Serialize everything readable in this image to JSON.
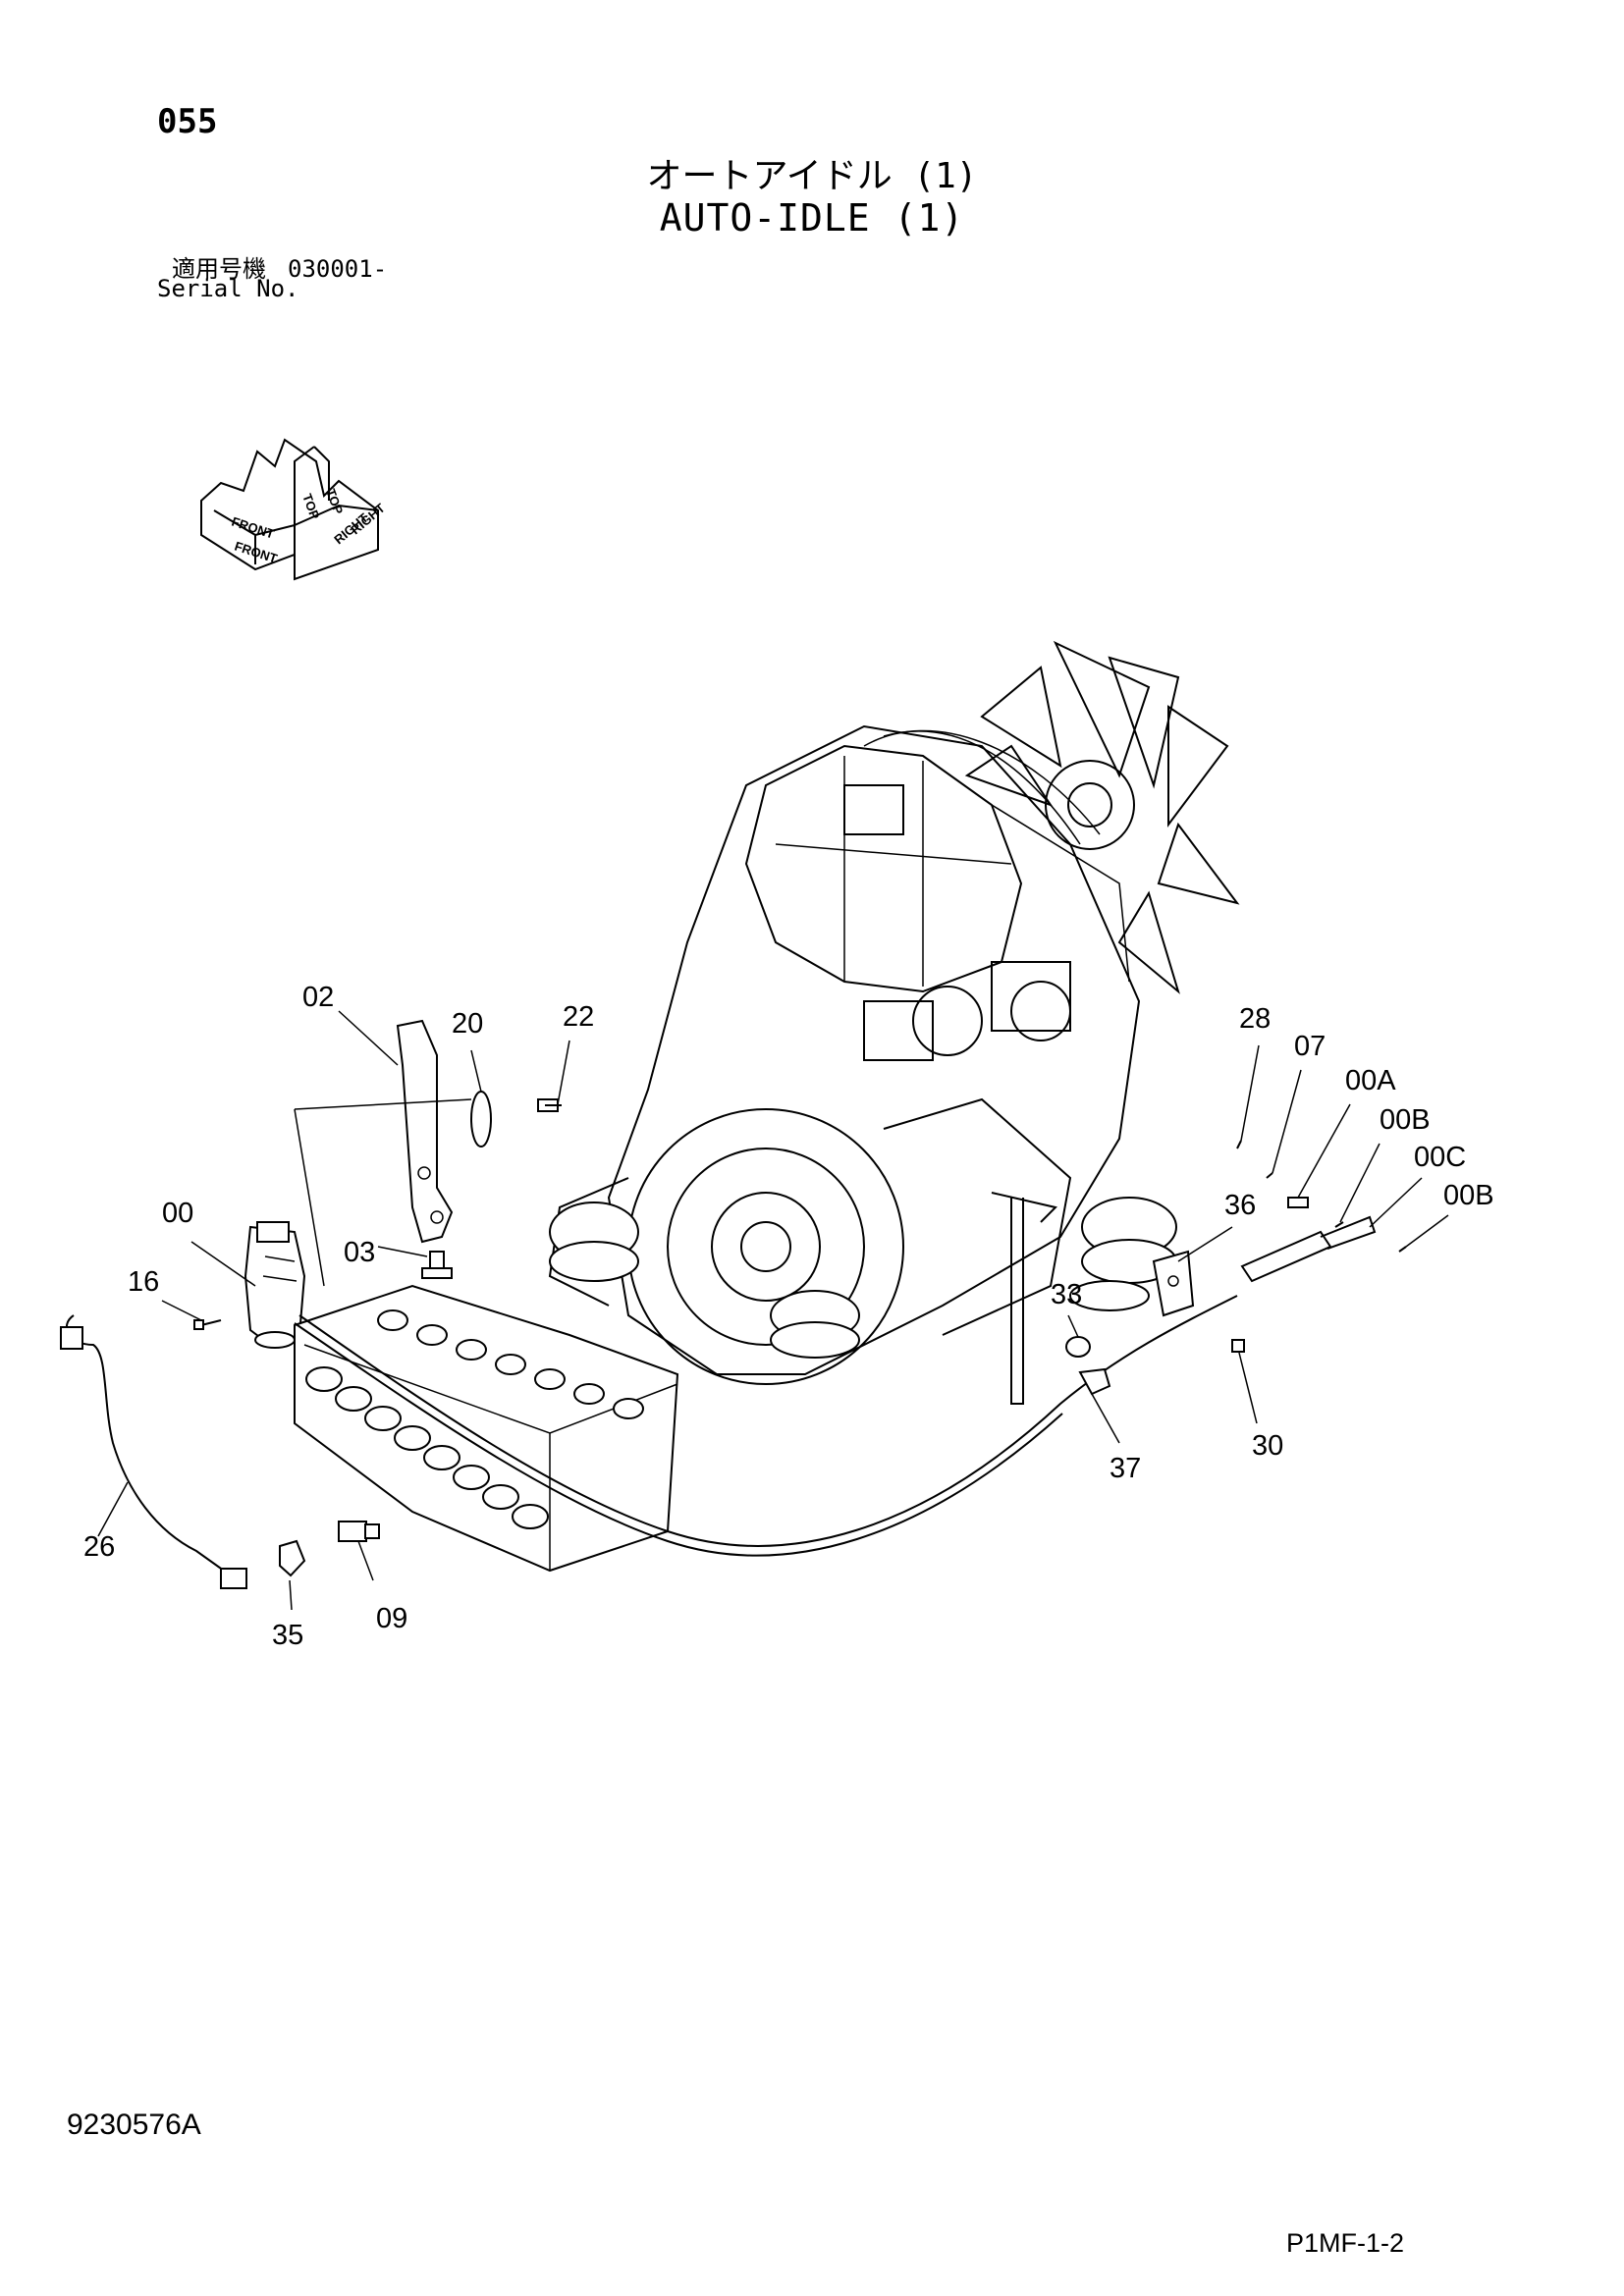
{
  "header": {
    "page_number": "055",
    "title_jp": "オートアイドル (1)",
    "title_en": "AUTO-IDLE (1)",
    "serial_label_jp": "適用号機",
    "serial_value": "030001-",
    "serial_label_en": "Serial No."
  },
  "orientation": {
    "top": "TOP",
    "front": "FRONT",
    "right": "RIGHT"
  },
  "callouts": {
    "c02": "02",
    "c20": "20",
    "c22": "22",
    "c03": "03",
    "c00": "00",
    "c16": "16",
    "c26": "26",
    "c35": "35",
    "c09": "09",
    "c28": "28",
    "c07": "07",
    "c00A": "00A",
    "c00B": "00B",
    "c00C": "00C",
    "c00B2": "00B",
    "c36": "36",
    "c33": "33",
    "c30": "30",
    "c37": "37"
  },
  "footer": {
    "doc_code": "9230576A",
    "page_code": "P1MF-1-2"
  }
}
